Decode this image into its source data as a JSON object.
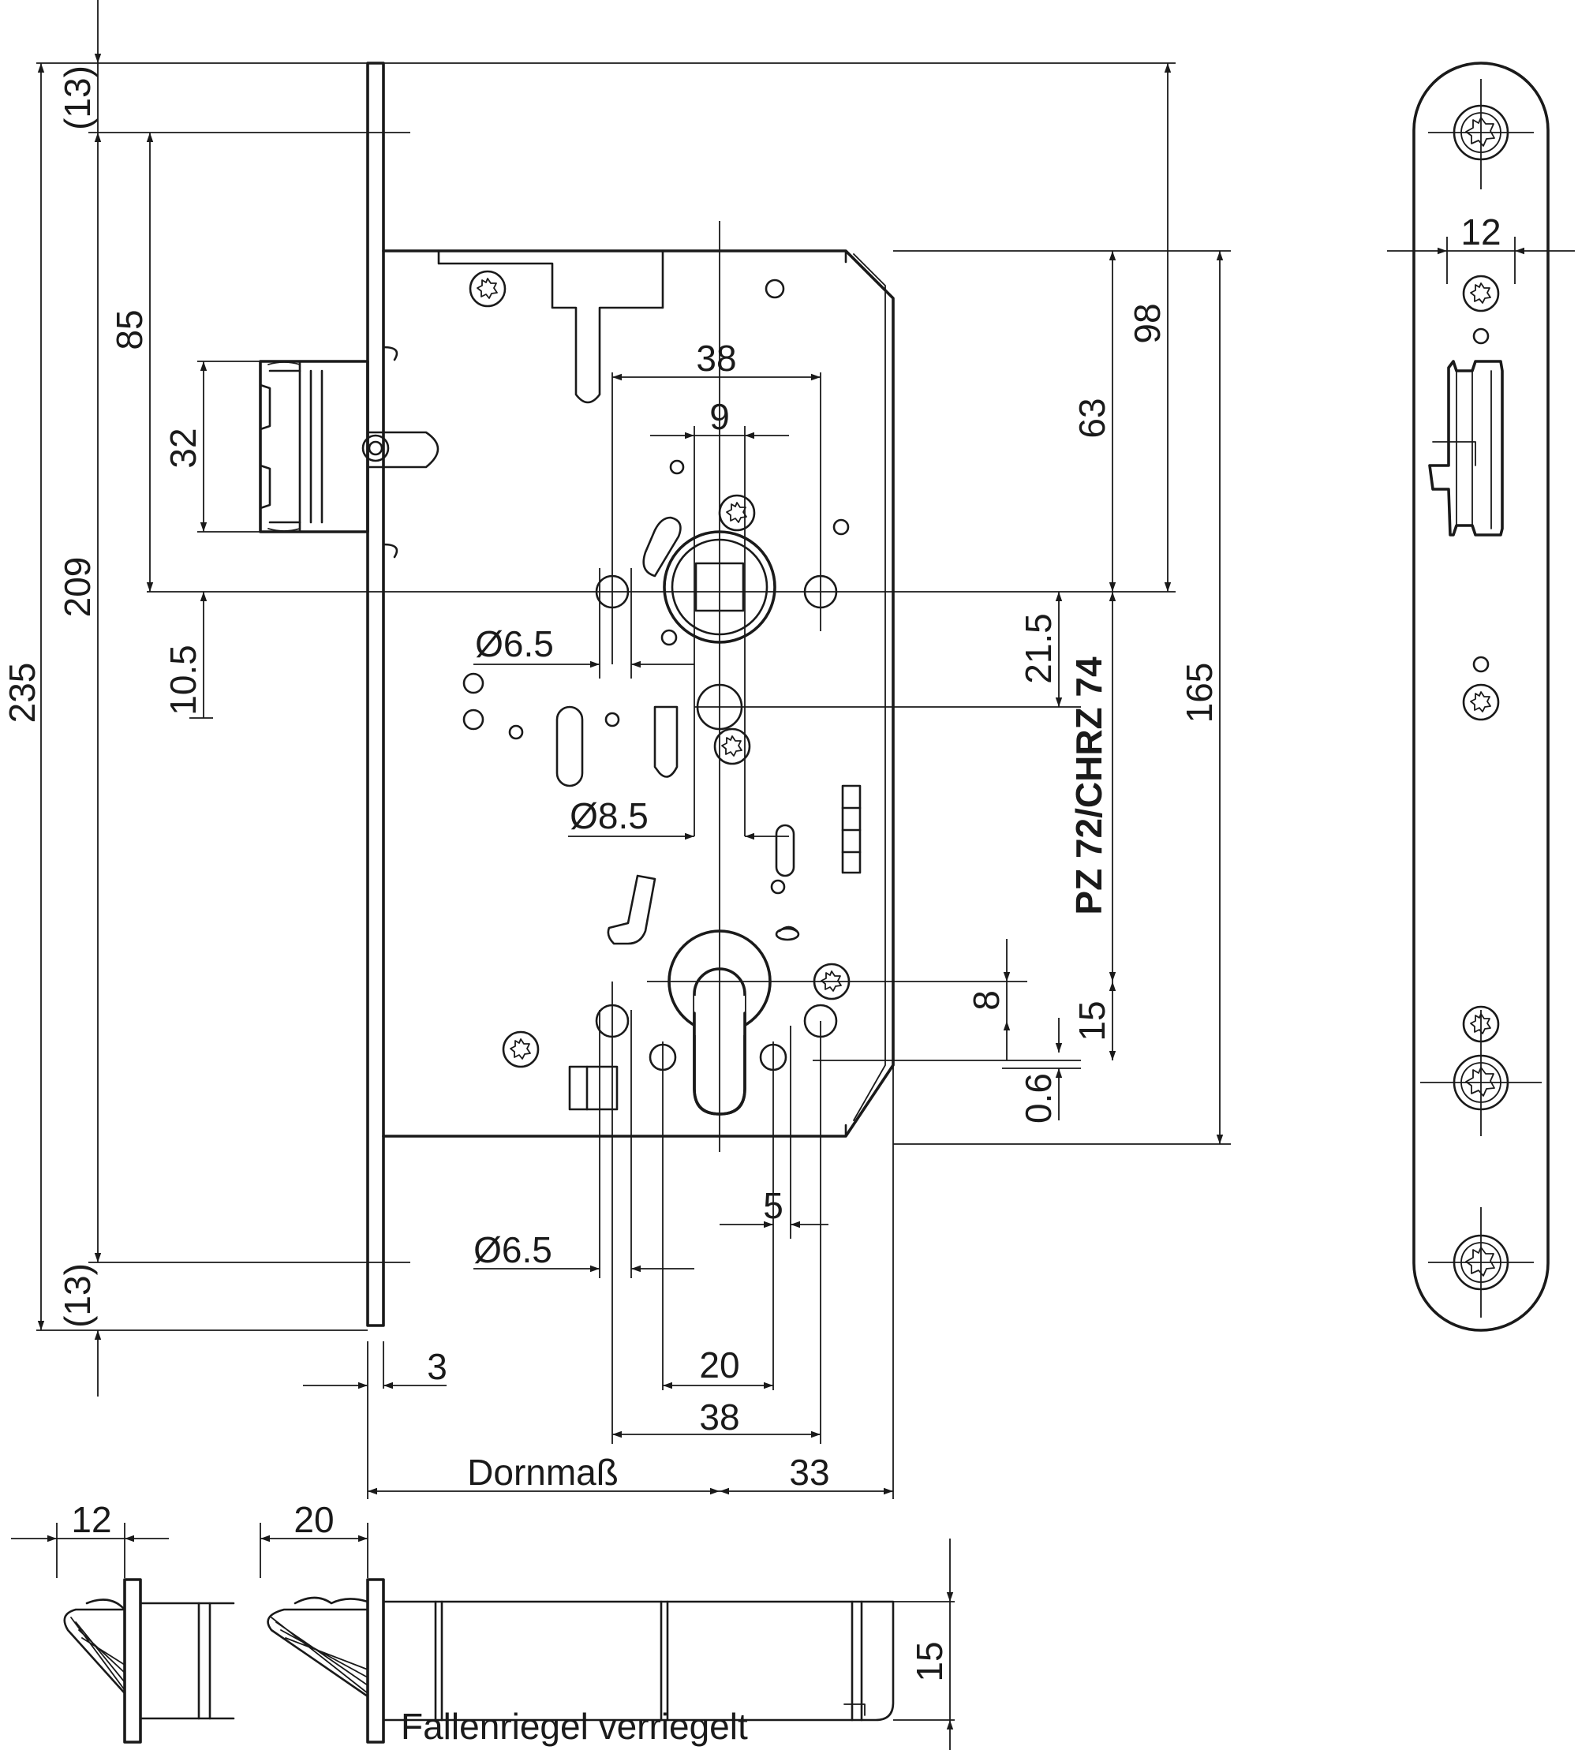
{
  "colors": {
    "line": "#1a1a1a",
    "background": "#ffffff"
  },
  "dimensions": {
    "d13_top": "(13)",
    "d13_bottom": "(13)",
    "d235": "235",
    "d209": "209",
    "d85": "85",
    "d32": "32",
    "d10_5": "10.5",
    "d98": "98",
    "d63": "63",
    "d165": "165",
    "d21_5": "21.5",
    "d8": "8",
    "d15_right": "15",
    "d0_6": "0.6",
    "d38_top": "38",
    "d9": "9",
    "d6_5_top": "Ø6.5",
    "d8_5": "Ø8.5",
    "d6_5_bottom": "Ø6.5",
    "d5": "5",
    "d3": "3",
    "d20": "20",
    "d38_bottom": "38",
    "d33": "33",
    "dornmass": "Dornmaß",
    "d12_faceplate": "12",
    "d12_bottom": "12",
    "d20_bottom": "20",
    "d15_bottom": "15"
  },
  "labels": {
    "pz": "PZ 72/CHRZ 74",
    "fallenriegel": "Fallenriegel verriegelt"
  },
  "icons": [
    "torx-screw-icon",
    "arrow-icon"
  ]
}
